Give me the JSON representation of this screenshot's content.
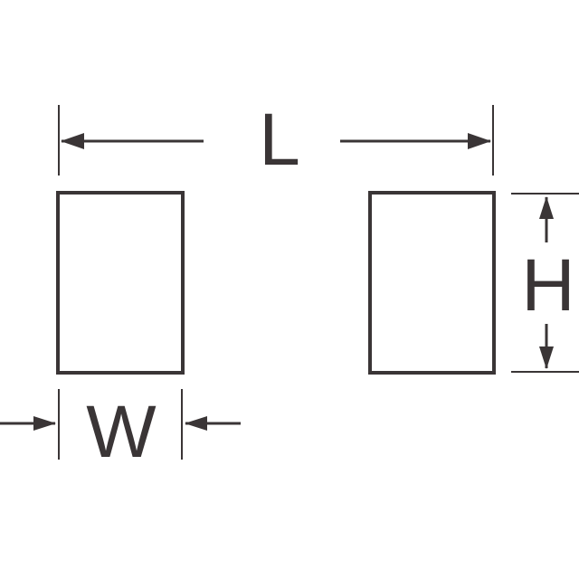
{
  "diagram": {
    "labels": {
      "length": "L",
      "height": "H",
      "width": "W"
    },
    "colors": {
      "stroke": "#3a3536",
      "background": "#ffffff"
    }
  }
}
